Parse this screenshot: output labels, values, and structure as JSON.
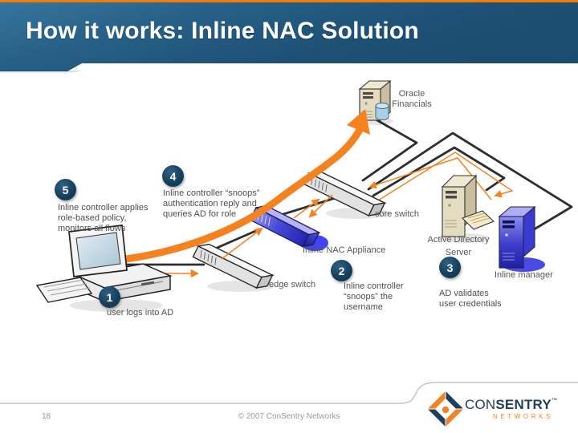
{
  "header": {
    "title": "How it works: Inline NAC Solution"
  },
  "diagram": {
    "labels": {
      "oracle_line1": "Oracle",
      "oracle_line2": "Financials",
      "core_switch": "core switch",
      "edge_switch": "edge switch",
      "nac_appliance": "Inline NAC Appliance",
      "ad_line1": "Active Directory",
      "ad_line2": "Server",
      "inline_manager": "Inline manager"
    },
    "steps": [
      {
        "number": "1",
        "text": "user logs into AD"
      },
      {
        "number": "2",
        "text": "Inline controller\n“snoops” the\nusername"
      },
      {
        "number": "3",
        "text": "AD validates\n user credentials"
      },
      {
        "number": "4",
        "text": "Inline controller “snoops”\nauthentication reply and\nqueries AD for role"
      },
      {
        "number": "5",
        "text": "Inline controller applies\nrole-based policy,\nmonitors all flows"
      }
    ]
  },
  "footer": {
    "page_number": "18",
    "copyright": "© 2007 ConSentry Networks",
    "logo": {
      "prefix": "CON",
      "suffix": "SENTRY",
      "tm": "™",
      "tagline": "NETWORKS"
    }
  },
  "colors": {
    "accent_orange": "#F58220",
    "header_blue": "#1D5074",
    "top_strip_orange": "#EE7D09",
    "badge_navy": "#0E3450",
    "line_black": "#2E2E2E",
    "nac_blue": "#3A3ACC",
    "label_gray": "#575757"
  }
}
